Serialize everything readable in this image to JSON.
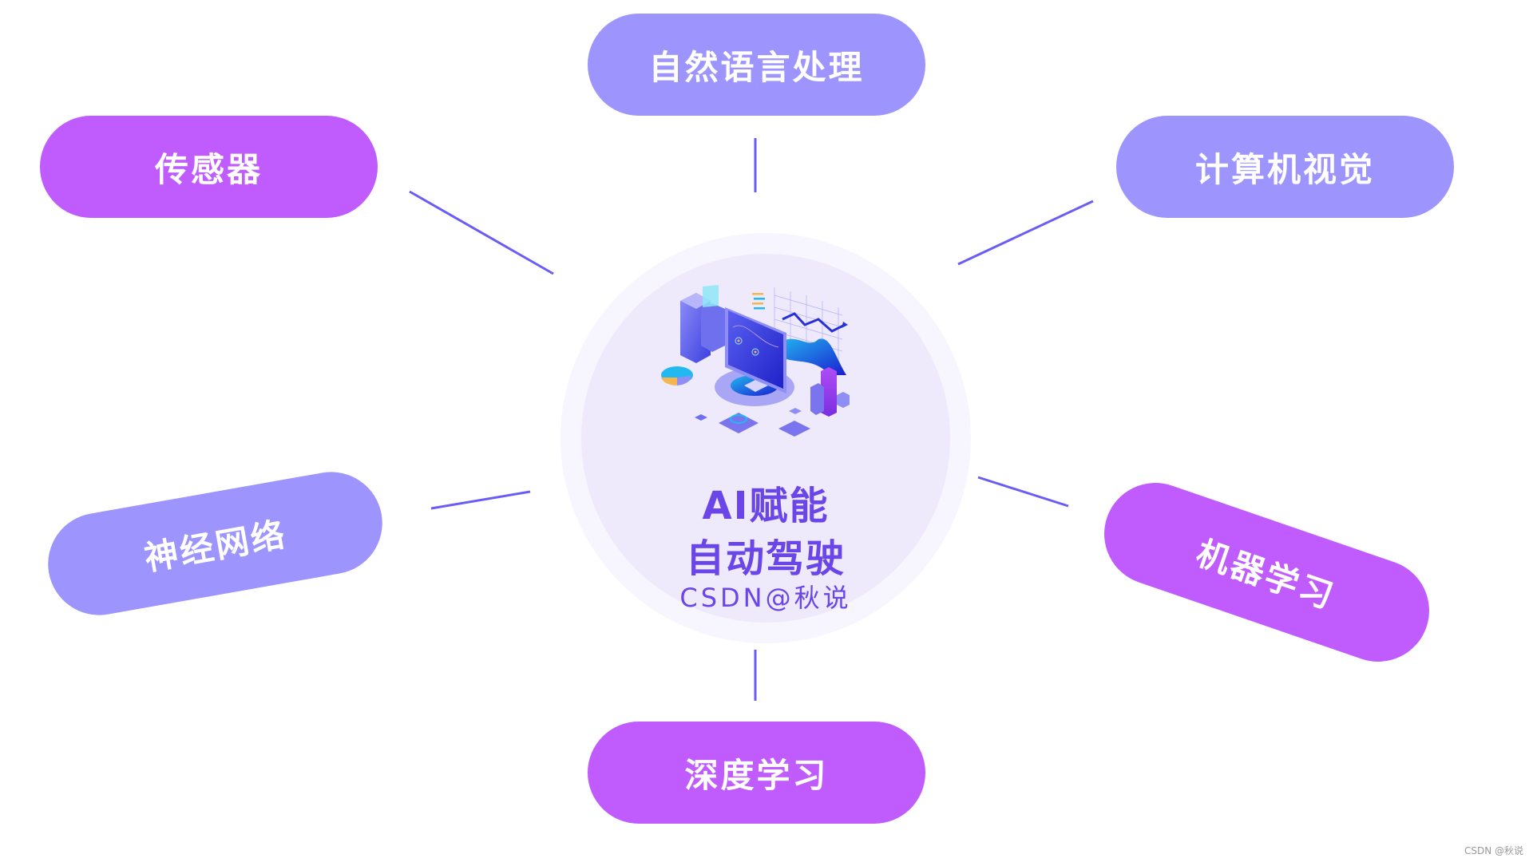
{
  "center": {
    "title_line1": "AI赋能",
    "title_line2": "自动驾驶",
    "subtitle": "CSDN@秋说",
    "icon": "computer-analytics-illustration-icon"
  },
  "nodes": [
    {
      "id": "nlp",
      "label": "自然语言处理",
      "color": "#9d95fd",
      "position": "top"
    },
    {
      "id": "sensor",
      "label": "传感器",
      "color": "#c05cfd",
      "position": "top-left"
    },
    {
      "id": "cv",
      "label": "计算机视觉",
      "color": "#9d95fd",
      "position": "top-right"
    },
    {
      "id": "nn",
      "label": "神经网络",
      "color": "#9d95fd",
      "position": "bottom-left"
    },
    {
      "id": "ml",
      "label": "机器学习",
      "color": "#c05cfd",
      "position": "bottom-right"
    },
    {
      "id": "dl",
      "label": "深度学习",
      "color": "#c05cfd",
      "position": "bottom"
    }
  ],
  "colors": {
    "connector": "#6a5cf5",
    "hub_outer": "#f7f5fe",
    "hub_inner": "#eeeafc",
    "hub_text": "#6a45e8"
  },
  "watermark": "CSDN @秋说"
}
